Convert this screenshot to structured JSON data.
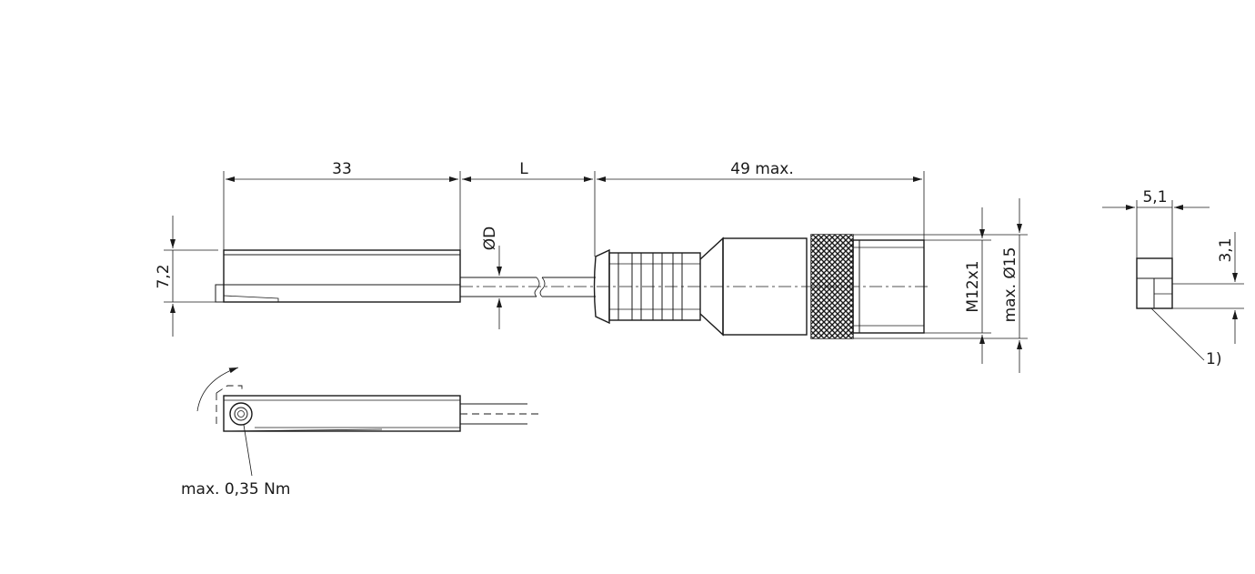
{
  "dimensions": {
    "sensor_length": "33",
    "cable_length": "L",
    "connector_length": "49 max.",
    "sensor_height": "7,2",
    "cable_diameter_symbol": "ØD",
    "thread": "M12x1",
    "connector_diameter": "max. Ø15",
    "end_width": "5,1",
    "end_height": "3,1",
    "footnote": "1)",
    "torque": "max. 0,35 Nm"
  }
}
